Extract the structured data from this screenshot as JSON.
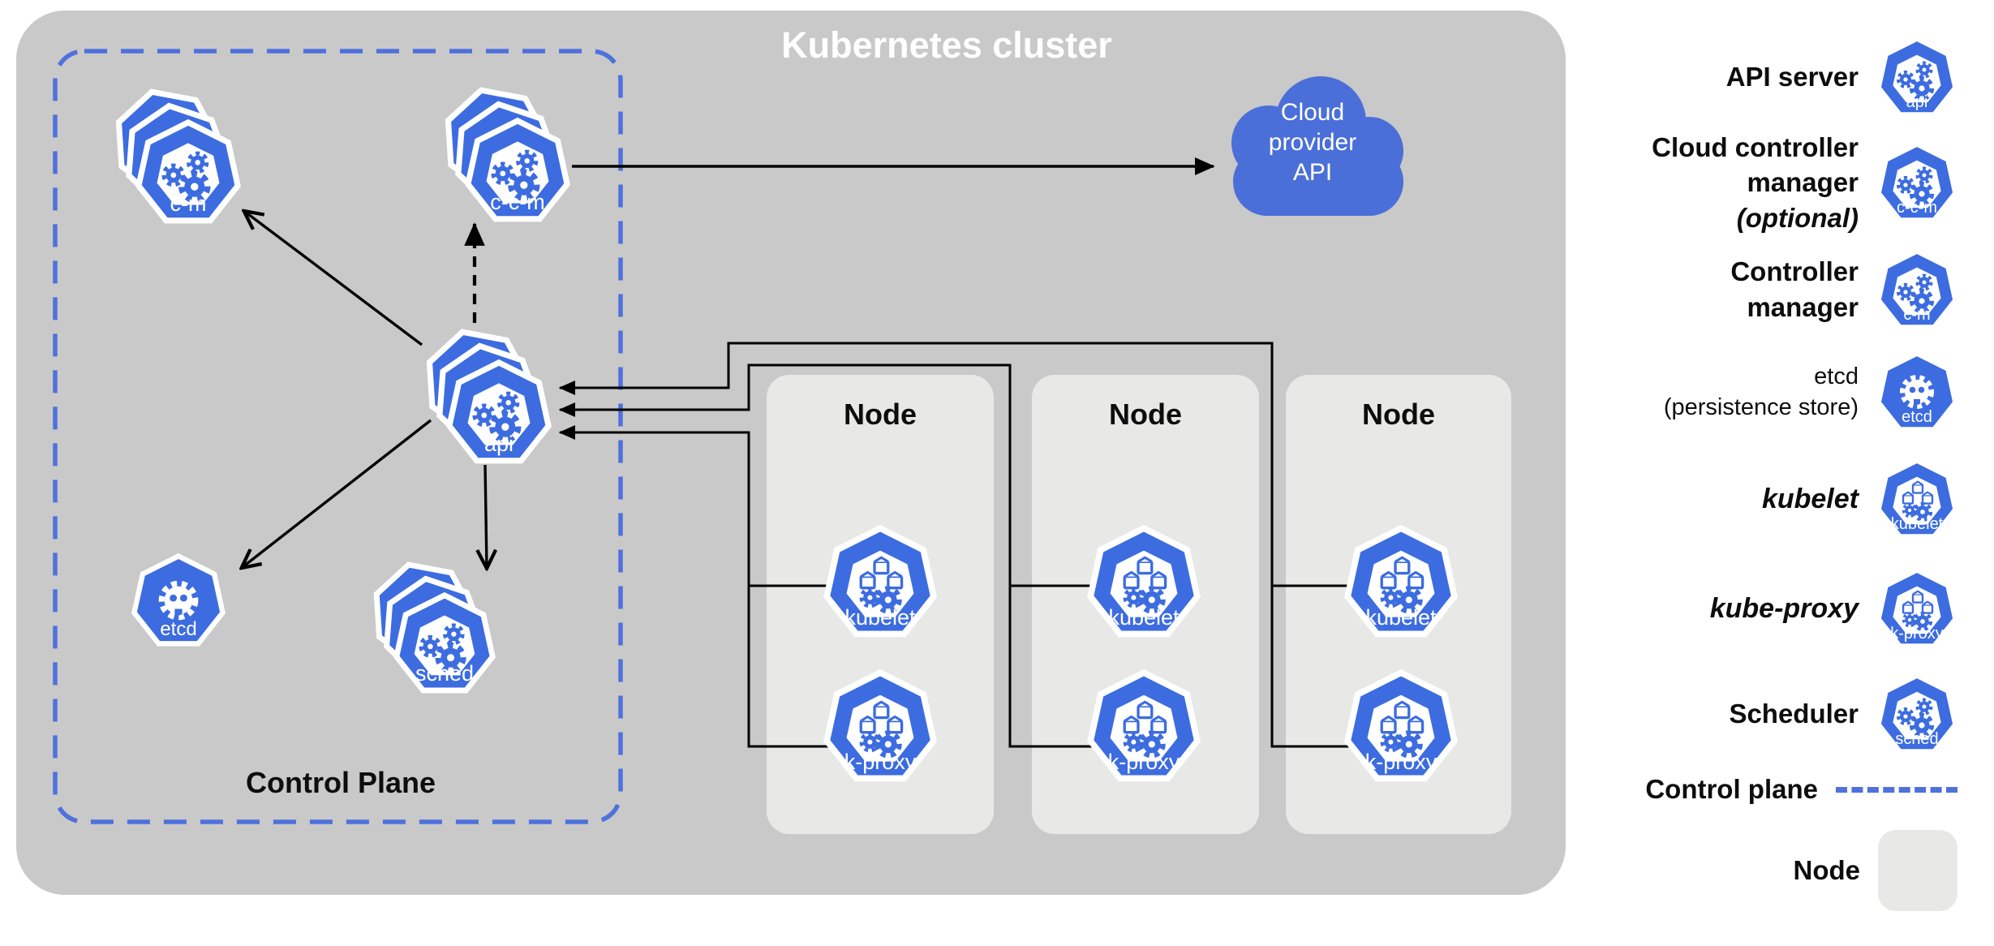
{
  "colors": {
    "canvas_bg": "#ffffff",
    "cluster_bg": "#c9c9c9",
    "node_bg": "#e8e8e7",
    "component_blue": "#3c6ce0",
    "cloud_blue": "#4b6fd8",
    "control_plane_border": "#4e71dd",
    "line_color": "#000000",
    "title_color": "#ffffff",
    "text_color": "#0d0d0d"
  },
  "cluster": {
    "title": "Kubernetes cluster"
  },
  "control_plane": {
    "label": "Control Plane"
  },
  "components": {
    "cm": {
      "label": "c-m"
    },
    "ccm": {
      "label": "c-c-m"
    },
    "api": {
      "label": "api"
    },
    "etcd": {
      "label": "etcd"
    },
    "sched": {
      "label": "sched"
    }
  },
  "cloud": {
    "lines": [
      "Cloud",
      "provider",
      "API"
    ]
  },
  "nodes": [
    {
      "title": "Node",
      "kubelet": "kubelet",
      "kproxy": "k-proxy"
    },
    {
      "title": "Node",
      "kubelet": "kubelet",
      "kproxy": "k-proxy"
    },
    {
      "title": "Node",
      "kubelet": "kubelet",
      "kproxy": "k-proxy"
    }
  ],
  "legend": {
    "items": [
      {
        "label": "API server",
        "icon": "api"
      },
      {
        "lines": [
          "Cloud controller",
          "manager",
          "(optional)"
        ],
        "icon": "c-c-m"
      },
      {
        "lines": [
          "Controller",
          "manager"
        ],
        "icon": "c-m"
      },
      {
        "lines": [
          "etcd",
          "(persistence store)"
        ],
        "icon": "etcd"
      },
      {
        "label": "kubelet",
        "icon": "kubelet"
      },
      {
        "label": "kube-proxy",
        "icon": "k-proxy"
      },
      {
        "label": "Scheduler",
        "icon": "sched"
      },
      {
        "label": "Control plane",
        "swatch": "dashed-line"
      },
      {
        "label": "Node",
        "swatch": "node-box"
      }
    ]
  }
}
